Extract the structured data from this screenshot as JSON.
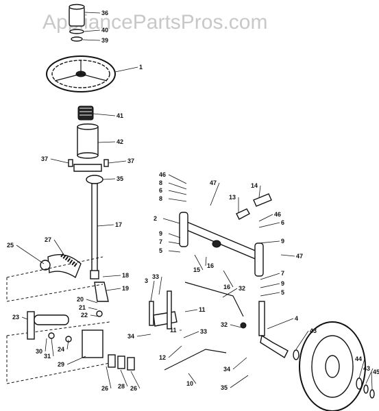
{
  "watermark": "AppliancePartsPros.com",
  "colors": {
    "ink": "#111111",
    "watermark": "#c8c8c8",
    "background": "#ffffff"
  },
  "callouts": [
    {
      "id": "c36",
      "text": "36",
      "name": "callout-36"
    },
    {
      "id": "c40",
      "text": "40",
      "name": "callout-40"
    },
    {
      "id": "c39",
      "text": "39",
      "name": "callout-39"
    },
    {
      "id": "c1",
      "text": "1",
      "name": "callout-1"
    },
    {
      "id": "c41",
      "text": "41",
      "name": "callout-41"
    },
    {
      "id": "c42",
      "text": "42",
      "name": "callout-42"
    },
    {
      "id": "c37a",
      "text": "37",
      "name": "callout-37-left"
    },
    {
      "id": "c37b",
      "text": "37",
      "name": "callout-37-right"
    },
    {
      "id": "c35",
      "text": "35",
      "name": "callout-35"
    },
    {
      "id": "c17",
      "text": "17",
      "name": "callout-17"
    },
    {
      "id": "c25",
      "text": "25",
      "name": "callout-25"
    },
    {
      "id": "c27",
      "text": "27",
      "name": "callout-27"
    },
    {
      "id": "c18",
      "text": "18",
      "name": "callout-18"
    },
    {
      "id": "c19",
      "text": "19",
      "name": "callout-19"
    },
    {
      "id": "c20",
      "text": "20",
      "name": "callout-20"
    },
    {
      "id": "c21",
      "text": "21",
      "name": "callout-21"
    },
    {
      "id": "c22",
      "text": "22",
      "name": "callout-22"
    },
    {
      "id": "c23",
      "text": "23",
      "name": "callout-23"
    },
    {
      "id": "c30",
      "text": "30",
      "name": "callout-30"
    },
    {
      "id": "c31",
      "text": "31",
      "name": "callout-31"
    },
    {
      "id": "c24",
      "text": "24",
      "name": "callout-24"
    },
    {
      "id": "c29",
      "text": "29",
      "name": "callout-29"
    },
    {
      "id": "c26a",
      "text": "26",
      "name": "callout-26-left"
    },
    {
      "id": "c28",
      "text": "28",
      "name": "callout-28"
    },
    {
      "id": "c26b",
      "text": "26",
      "name": "callout-26-right"
    },
    {
      "id": "c46a",
      "text": "46",
      "name": "callout-46-top"
    },
    {
      "id": "c8a",
      "text": "8",
      "name": "callout-8-a"
    },
    {
      "id": "c6a",
      "text": "6",
      "name": "callout-6-a"
    },
    {
      "id": "c47a",
      "text": "47",
      "name": "callout-47-top"
    },
    {
      "id": "c14",
      "text": "14",
      "name": "callout-14"
    },
    {
      "id": "c13",
      "text": "13",
      "name": "callout-13"
    },
    {
      "id": "c2",
      "text": "2",
      "name": "callout-2"
    },
    {
      "id": "c46b",
      "text": "46",
      "name": "callout-46-right"
    },
    {
      "id": "c8b",
      "text": "8",
      "name": "callout-8-b"
    },
    {
      "id": "c6b",
      "text": "6",
      "name": "callout-6-b"
    },
    {
      "id": "c9a",
      "text": "9",
      "name": "callout-9-a"
    },
    {
      "id": "c7a",
      "text": "7",
      "name": "callout-7-a"
    },
    {
      "id": "c9b",
      "text": "9",
      "name": "callout-9-b"
    },
    {
      "id": "c5a",
      "text": "5",
      "name": "callout-5-a"
    },
    {
      "id": "c47b",
      "text": "47",
      "name": "callout-47-right"
    },
    {
      "id": "c15",
      "text": "15",
      "name": "callout-15"
    },
    {
      "id": "c16a",
      "text": "16",
      "name": "callout-16-a"
    },
    {
      "id": "c16b",
      "text": "16",
      "name": "callout-16-b"
    },
    {
      "id": "c7b",
      "text": "7",
      "name": "callout-7-b"
    },
    {
      "id": "c9c",
      "text": "9",
      "name": "callout-9-c"
    },
    {
      "id": "c5b",
      "text": "5",
      "name": "callout-5-b"
    },
    {
      "id": "c3",
      "text": "3",
      "name": "callout-3"
    },
    {
      "id": "c33",
      "text": "33",
      "name": "callout-33"
    },
    {
      "id": "c32a",
      "text": "32",
      "name": "callout-32-top"
    },
    {
      "id": "c11a",
      "text": "11",
      "name": "callout-11-a"
    },
    {
      "id": "c4",
      "text": "4",
      "name": "callout-4"
    },
    {
      "id": "c32b",
      "text": "32",
      "name": "callout-32-bottom"
    },
    {
      "id": "c34a",
      "text": "34",
      "name": "callout-34-left"
    },
    {
      "id": "c11b",
      "text": "11",
      "name": "callout-11-b"
    },
    {
      "id": "c33b",
      "text": "33",
      "name": "callout-33-lower"
    },
    {
      "id": "c12",
      "text": "12",
      "name": "callout-12"
    },
    {
      "id": "c10",
      "text": "10",
      "name": "callout-10"
    },
    {
      "id": "c43a",
      "text": "43",
      "name": "callout-43-top"
    },
    {
      "id": "c34b",
      "text": "34",
      "name": "callout-34-right"
    },
    {
      "id": "c35b",
      "text": "35",
      "name": "callout-35-lower"
    },
    {
      "id": "c44",
      "text": "44",
      "name": "callout-44"
    },
    {
      "id": "c43b",
      "text": "43",
      "name": "callout-43-bottom"
    },
    {
      "id": "c45",
      "text": "45",
      "name": "callout-45"
    }
  ]
}
